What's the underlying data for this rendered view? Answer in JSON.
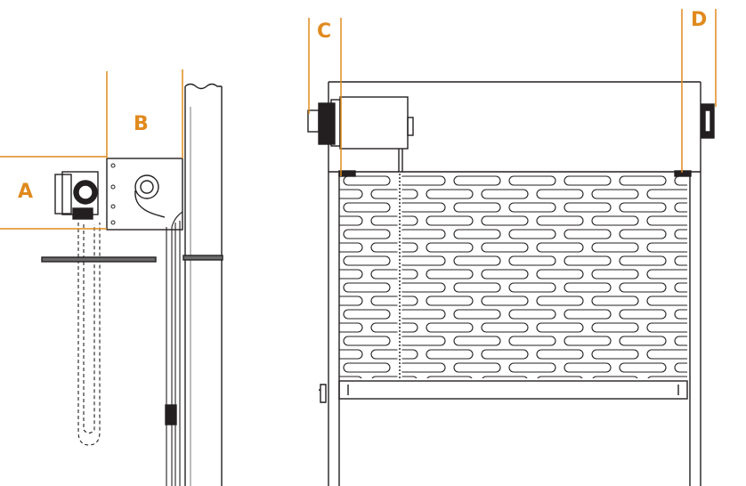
{
  "colors": {
    "accent": "#e08a1e",
    "ink": "#231f20",
    "background": "#ffffff"
  },
  "labels": {
    "a": "A",
    "b": "B",
    "c": "C",
    "d": "D"
  }
}
